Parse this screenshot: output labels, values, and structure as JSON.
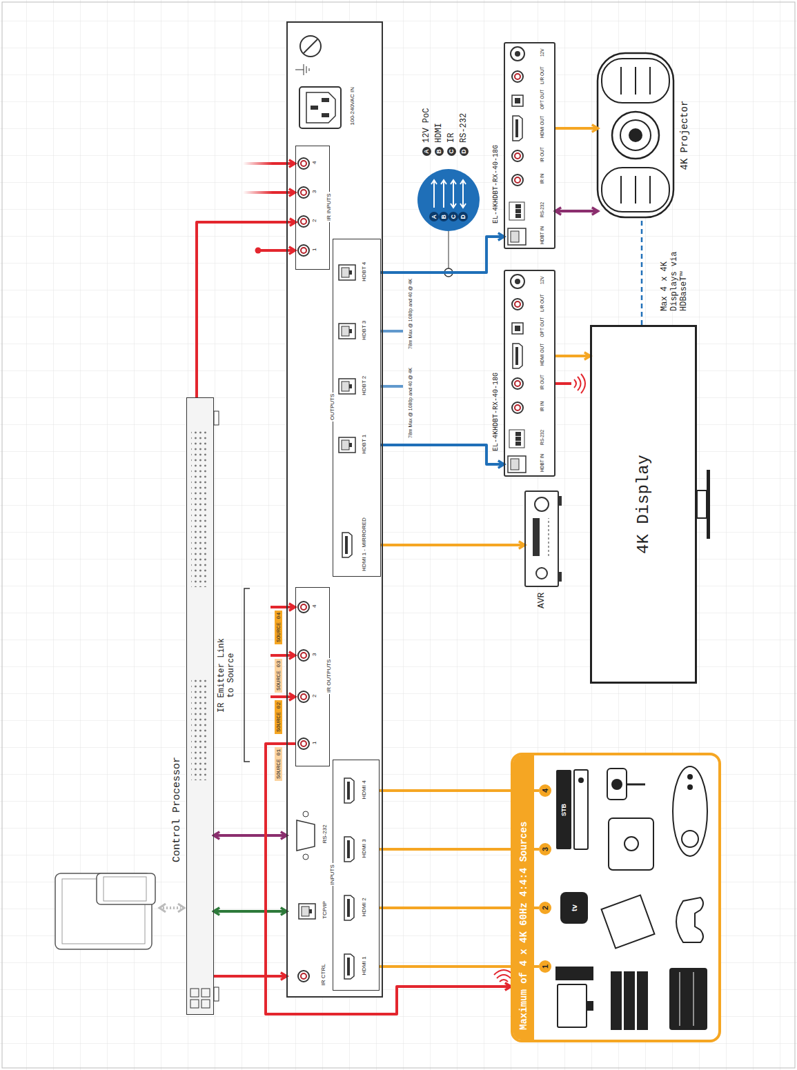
{
  "diagram": {
    "nodes": [
      {
        "text": [
          "Control Processor"
        ]
      },
      {
        "text": [
          "IR CTRL",
          "TCP/IP",
          "RS-232",
          "100-240VAC IN"
        ]
      },
      {
        "text": [
          "INPUTS",
          "HDMI 1",
          "HDMI 2",
          "HDMI 3",
          "HDMI 4"
        ],
        "in": 1
      },
      {
        "text": [
          "IR OUTPUTS",
          "1",
          "2",
          "3",
          "4"
        ],
        "in": 1
      },
      {
        "text": [
          "OUTPUTS",
          "HDMI 1 - MIRRORED",
          "HDBT 1",
          "HDBT 2",
          "HDBT 3",
          "HDBT 4"
        ],
        "in": 1
      },
      {
        "text": [
          "IR INPUTS",
          "1",
          "2",
          "3",
          "4"
        ],
        "in": 1
      },
      {
        "text": [
          "Maximum of 4 x 4K 60Hz 4:4:4 Sources"
        ]
      },
      {
        "text": [
          "1"
        ],
        "in": 6
      },
      {
        "text": [
          "2"
        ],
        "in": 6
      },
      {
        "text": [
          "3"
        ],
        "in": 6
      },
      {
        "text": [
          "4"
        ],
        "in": 6
      },
      {
        "text": [
          "AVR"
        ]
      },
      {
        "text": [
          "EL-4KHDBT-RX-40-18G",
          "HDBT IN",
          "RS-232",
          "IR IN",
          "IR OUT",
          "HDMI OUT",
          "OPT OUT",
          "L/R OUT",
          "12V"
        ]
      },
      {
        "text": [
          "EL-4KHDBT-RX-40-18G",
          "HDBT IN",
          "RS-232",
          "IR IN",
          "IR OUT",
          "HDMI OUT",
          "OPT OUT",
          "L/R OUT",
          "12V"
        ]
      },
      {
        "text": [
          "A",
          "B",
          "C",
          "D"
        ]
      },
      {
        "text": [
          "4K Display"
        ]
      },
      {
        "text": [
          "4K Projector"
        ]
      }
    ],
    "edges": [
      {
        "from": 0,
        "to": 1,
        "arrow": "to"
      },
      {
        "from": 0,
        "to": 1,
        "arrow": "both"
      },
      {
        "from": 0,
        "to": 1,
        "arrow": "both"
      },
      {
        "from": 0,
        "to": 5,
        "arrow": "to"
      },
      {
        "from": 7,
        "to": 2,
        "arrow": "none"
      },
      {
        "from": 8,
        "to": 2,
        "arrow": "none"
      },
      {
        "from": 9,
        "to": 2,
        "arrow": "none"
      },
      {
        "from": 10,
        "to": 2,
        "arrow": "none"
      },
      {
        "from": 3,
        "to": 6,
        "arrow": "to"
      },
      {
        "from": 4,
        "to": 11,
        "arrow": "to"
      },
      {
        "from": 4,
        "to": 12,
        "arrow": "to",
        "label": "78m Max @ 1080p and 40 @ 4K"
      },
      {
        "from": 4,
        "to": 13,
        "arrow": "to",
        "label": "78m Max @ 1080p and 40 @ 4K"
      },
      {
        "from": 12,
        "to": 15,
        "arrow": "to"
      },
      {
        "from": 13,
        "to": 16,
        "arrow": "both"
      },
      {
        "from": 13,
        "to": 16,
        "arrow": "to"
      },
      {
        "from": 15,
        "to": 16,
        "arrow": "none"
      }
    ],
    "labels": [
      "IR Emitter Link to Source",
      "SOURCE 01",
      "SOURCE 02",
      "SOURCE 03",
      "SOURCE 04",
      "Max 4 x 4K Displays via HDBaseT™",
      "STB",
      "tv",
      "A",
      "B",
      "C",
      "D"
    ],
    "legend": [
      {
        "text": "12V PoC"
      },
      {
        "text": "HDMI"
      },
      {
        "text": "IR"
      },
      {
        "text": "RS-232"
      }
    ]
  }
}
